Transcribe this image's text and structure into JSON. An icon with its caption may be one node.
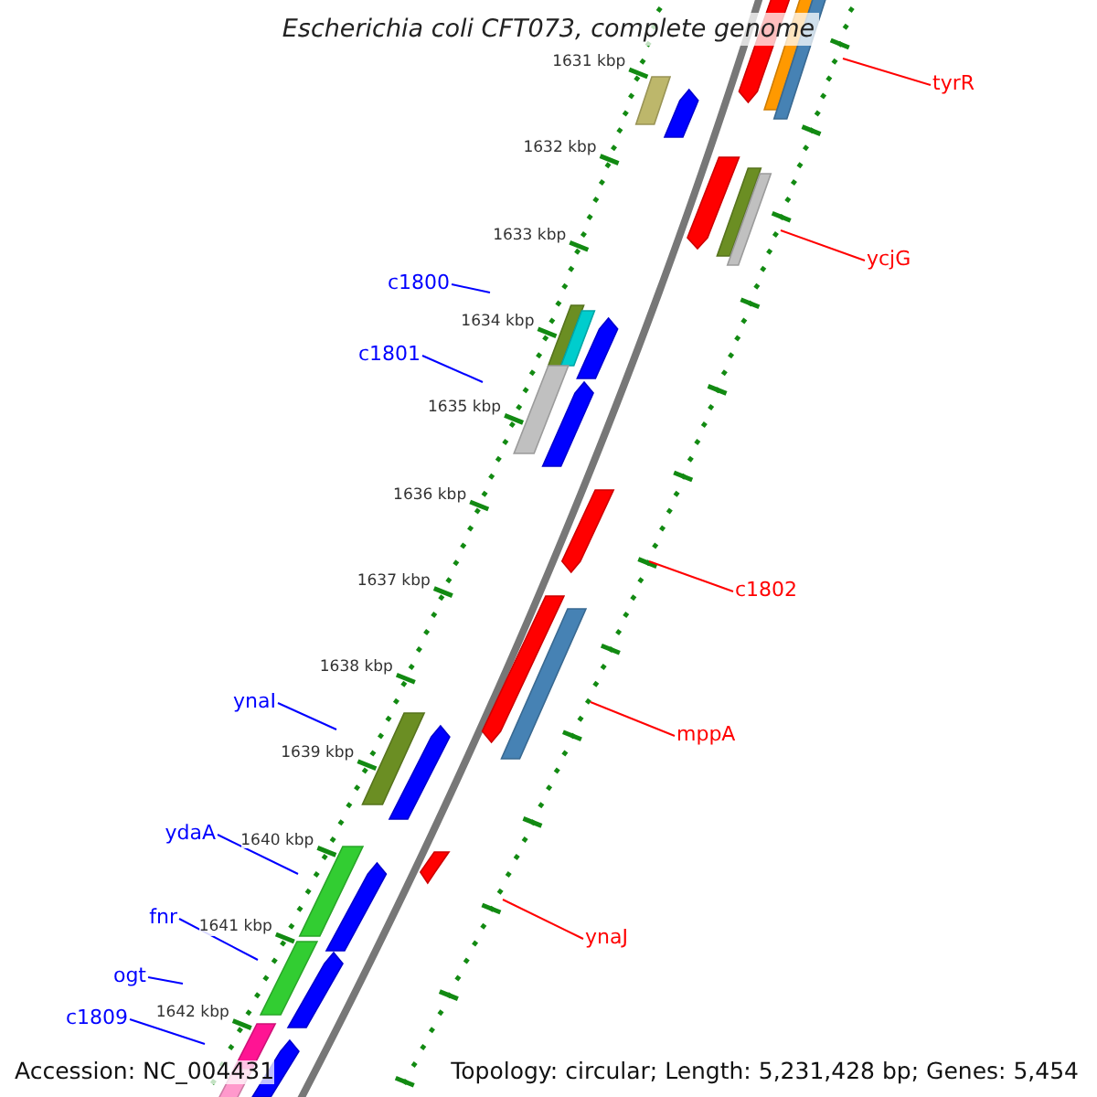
{
  "diagram": {
    "title": "Escherichia coli CFT073, complete genome",
    "nodes": [
      {
        "text": [
          "tyrR"
        ]
      },
      {
        "text": [
          "ycjG"
        ]
      },
      {
        "text": [
          "c1800"
        ]
      },
      {
        "text": [
          "c1801"
        ]
      },
      {
        "text": [
          "c1802"
        ]
      },
      {
        "text": [
          "mppA"
        ]
      },
      {
        "text": [
          "ynaI"
        ]
      },
      {
        "text": [
          "ydaA"
        ]
      },
      {
        "text": [
          "ynaJ"
        ]
      },
      {
        "text": [
          "fnr"
        ]
      },
      {
        "text": [
          "ogt"
        ]
      },
      {
        "text": [
          "c1809"
        ]
      }
    ],
    "edges": [
      {
        "from": 0,
        "to": null,
        "arrow": "none",
        "color": "#ff0000"
      },
      {
        "from": 1,
        "to": null,
        "arrow": "none",
        "color": "#ff0000"
      },
      {
        "from": 2,
        "to": null,
        "arrow": "none"
      },
      {
        "from": 3,
        "to": null,
        "arrow": "none"
      },
      {
        "from": 4,
        "to": null,
        "arrow": "none",
        "color": "#ff0000"
      },
      {
        "from": 5,
        "to": null,
        "arrow": "none",
        "color": "#ff0000"
      },
      {
        "from": 6,
        "to": null,
        "arrow": "none"
      },
      {
        "from": 7,
        "to": null,
        "arrow": "none"
      },
      {
        "from": 8,
        "to": null,
        "arrow": "none",
        "color": "#ff0000"
      },
      {
        "from": 9,
        "to": null,
        "arrow": "none"
      },
      {
        "from": 10,
        "to": null,
        "arrow": "none"
      },
      {
        "from": 11,
        "to": null,
        "arrow": "none"
      }
    ],
    "labels": [
      "1631 kbp",
      "1632 kbp",
      "1633 kbp",
      "1634 kbp",
      "1635 kbp",
      "1636 kbp",
      "1637 kbp",
      "1638 kbp",
      "1639 kbp",
      "1640 kbp",
      "1641 kbp",
      "1642 kbp",
      "Accession: NC_004431",
      "Topology: circular; Length: 5,231,428 bp; Genes: 5,454"
    ]
  }
}
